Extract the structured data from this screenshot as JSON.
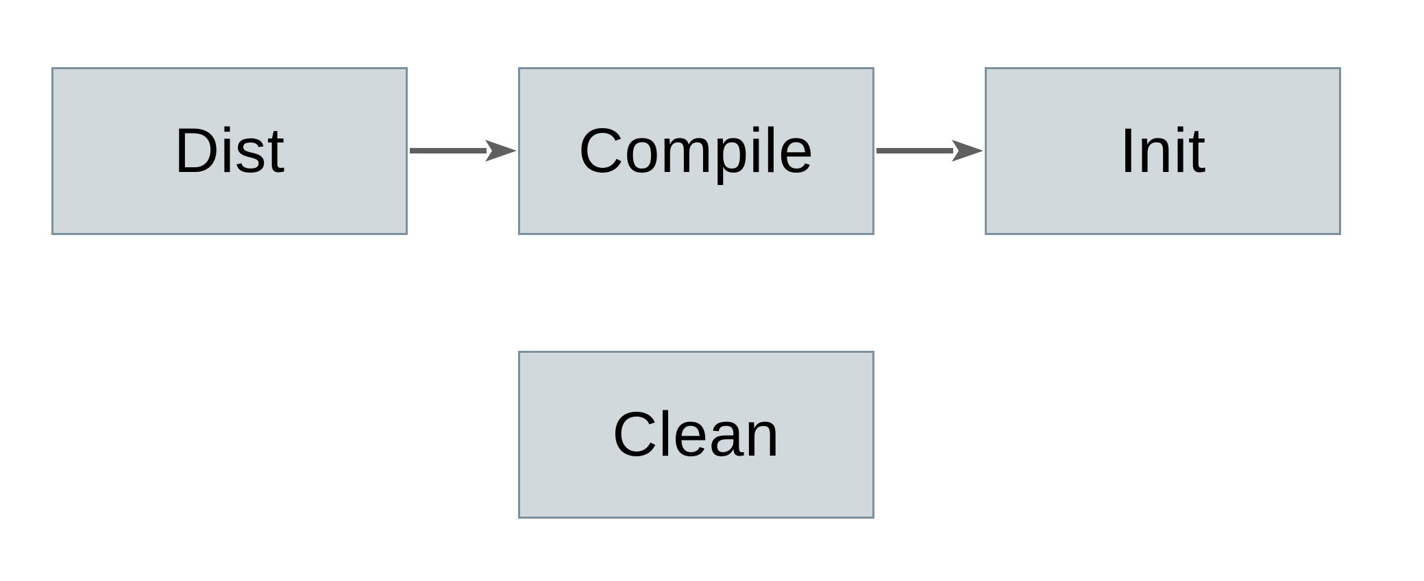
{
  "diagram": {
    "type": "flowchart",
    "nodes": [
      {
        "id": "dist",
        "label": "Dist"
      },
      {
        "id": "compile",
        "label": "Compile"
      },
      {
        "id": "init",
        "label": "Init"
      },
      {
        "id": "clean",
        "label": "Clean"
      }
    ],
    "edges": [
      {
        "from": "dist",
        "to": "compile",
        "style": "straight-arrow"
      },
      {
        "from": "compile",
        "to": "init",
        "style": "straight-arrow"
      }
    ],
    "colors": {
      "canvas_bg": "#ffffff",
      "node_fill": "#d2d9dc",
      "node_border": "#7c919e",
      "arrow": "#606060",
      "text": "#000000"
    }
  }
}
